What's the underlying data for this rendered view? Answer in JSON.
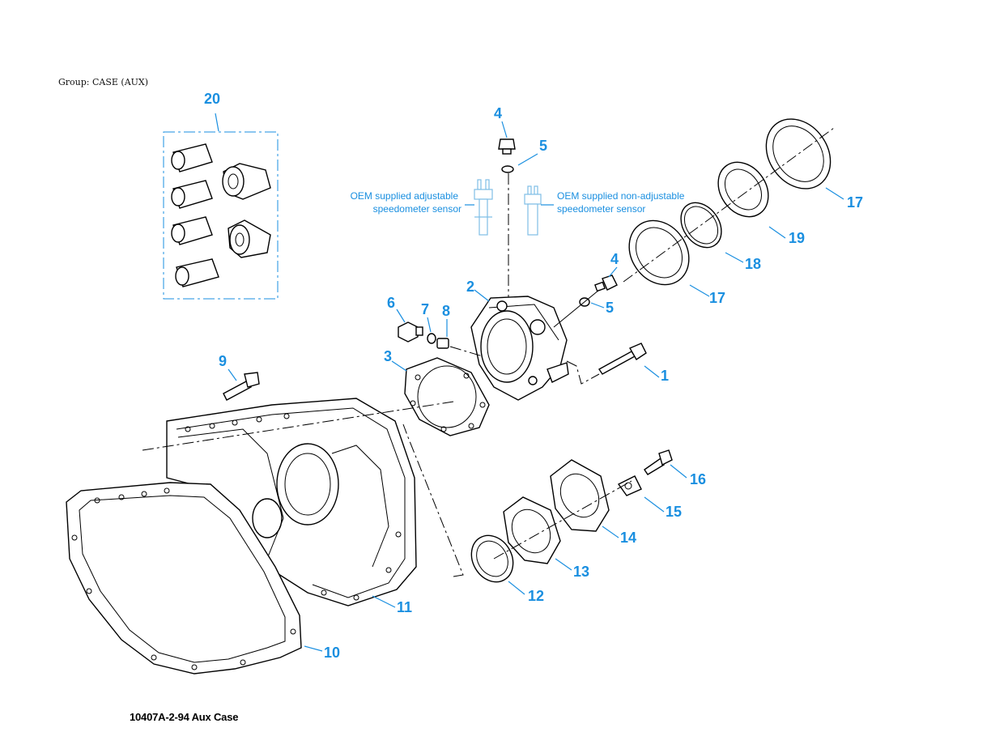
{
  "header": {
    "group_label": "Group: CASE (AUX)"
  },
  "footer": {
    "caption": "10407A-2-94 Aux Case"
  },
  "colors": {
    "accent": "#1a8fe0",
    "sensor": "#7fbfe6",
    "line": "#000000"
  },
  "notes": {
    "adjustable": [
      "OEM supplied adjustable",
      "speedometer sensor"
    ],
    "non_adjustable": [
      "OEM supplied non-adjustable",
      "speedometer sensor"
    ]
  },
  "callouts": {
    "c1": "1",
    "c2": "2",
    "c3": "3",
    "c4a": "4",
    "c4b": "4",
    "c5a": "5",
    "c5b": "5",
    "c6": "6",
    "c7": "7",
    "c8": "8",
    "c9": "9",
    "c10": "10",
    "c11": "11",
    "c12": "12",
    "c13": "13",
    "c14": "14",
    "c15": "15",
    "c16": "16",
    "c17a": "17",
    "c17b": "17",
    "c18": "18",
    "c19": "19",
    "c20": "20"
  }
}
